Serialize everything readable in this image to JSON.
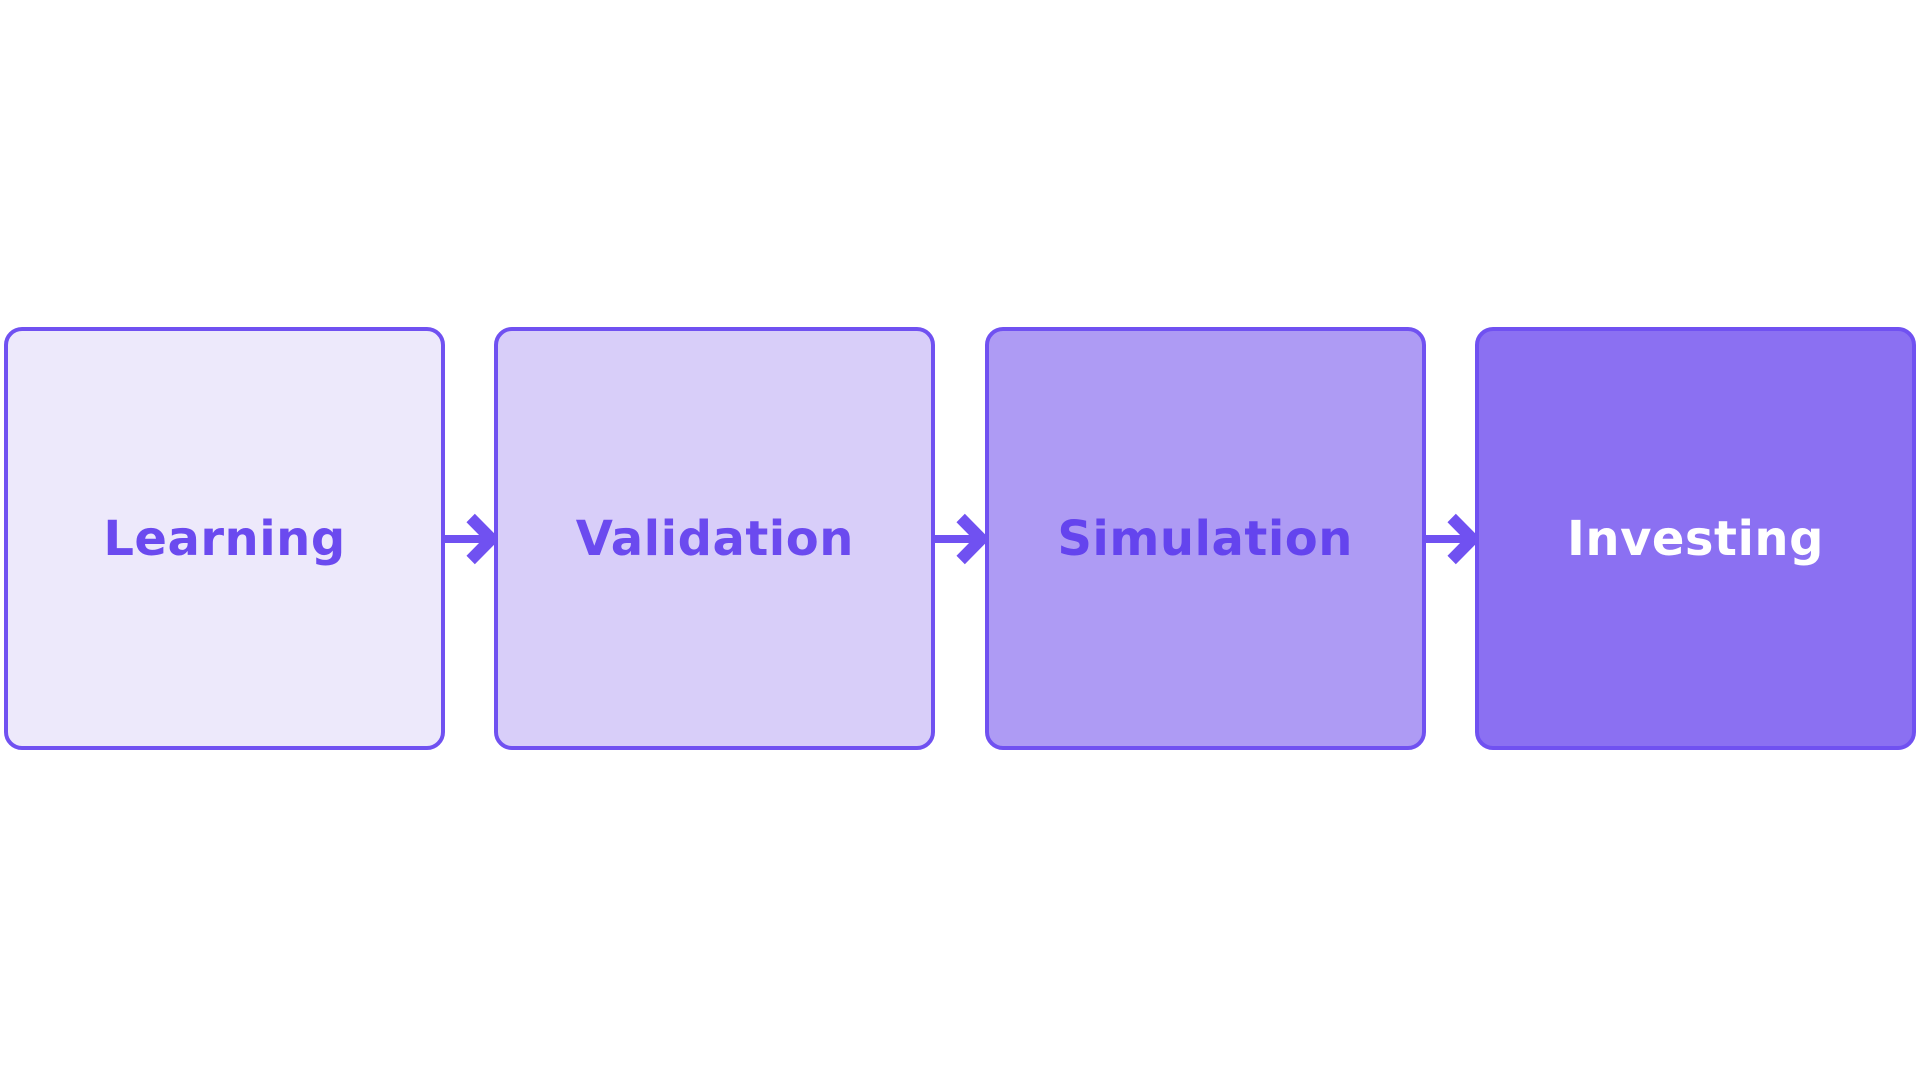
{
  "diagram": {
    "background": "#FFFFFF",
    "accent": "#7051F1",
    "steps": [
      {
        "label": "Learning",
        "fill": "#EDE9FB",
        "text_color": "#6B4AEF"
      },
      {
        "label": "Validation",
        "fill": "#D8CEF9",
        "text_color": "#6B4AEF"
      },
      {
        "label": "Simulation",
        "fill": "#AE9BF4",
        "text_color": "#6444EE"
      },
      {
        "label": "Investing",
        "fill": "#8B70F2",
        "text_color": "#FFFFFF"
      }
    ],
    "arrows": [
      {
        "icon": "arrow-right-icon"
      },
      {
        "icon": "arrow-right-icon"
      },
      {
        "icon": "arrow-right-icon"
      }
    ]
  }
}
